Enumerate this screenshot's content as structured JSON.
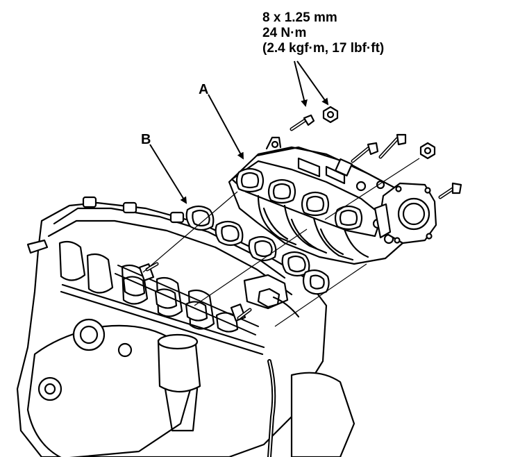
{
  "spec": {
    "line1": "8 x 1.25 mm",
    "line2": "24 N·m",
    "line3": "(2.4 kgf·m, 17 lbf·ft)"
  },
  "callouts": {
    "a": "A",
    "b": "B"
  },
  "colors": {
    "ink": "#000000",
    "paper": "#ffffff"
  }
}
